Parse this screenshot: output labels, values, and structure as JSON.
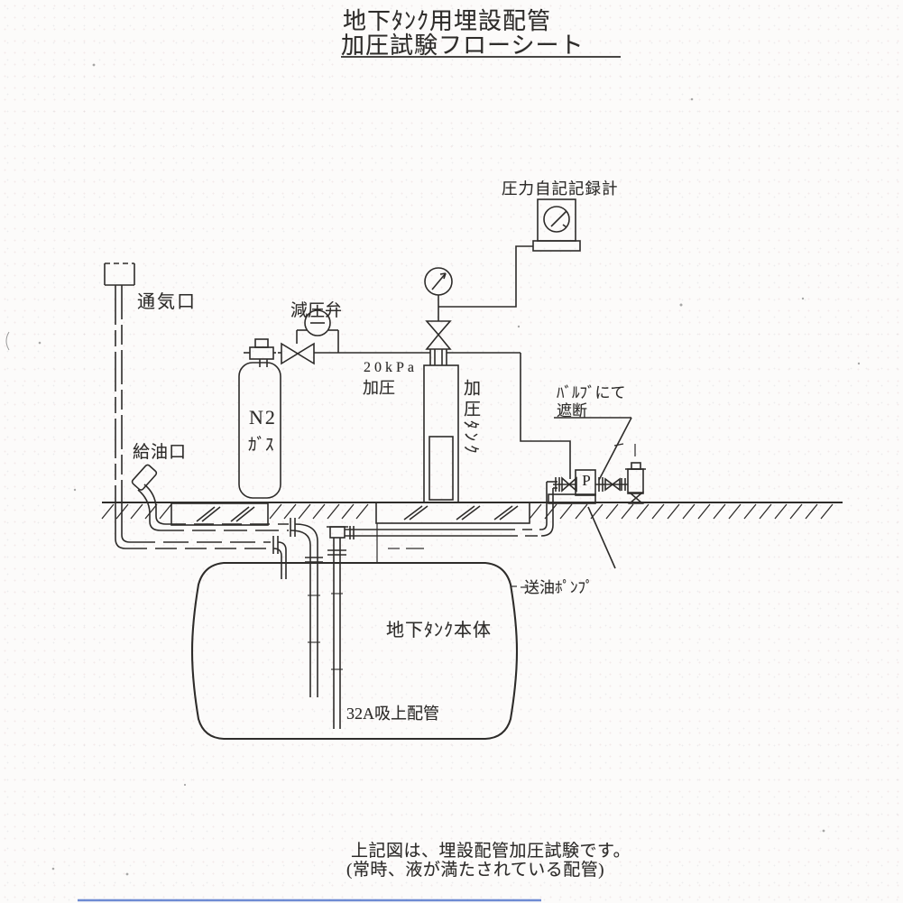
{
  "title": {
    "line1": "地下ﾀﾝｸ用埋設配管",
    "line2": "加圧試験フローシート"
  },
  "labels": {
    "pressure_recorder": "圧力自記記録計",
    "vent_port": "通気口",
    "pressure_reducing_valve": "減圧弁",
    "n2_gas_line1": "N2",
    "n2_gas_line2": "ｶﾞｽ",
    "pressurize_line1": "20kPa",
    "pressurize_line2": "加圧",
    "pressure_tank": "加圧ﾀﾝｸ",
    "fill_port": "給油口",
    "valve_shutoff_line1": "ﾊﾞﾙﾌﾞにて",
    "valve_shutoff_line2": "遮断",
    "pump_symbol": "P",
    "oil_feed_pump": "送油ﾎﾟﾝﾌﾟ",
    "underground_tank": "地下ﾀﾝｸ本体",
    "suction_pipe": "32A吸上配管"
  },
  "caption": {
    "line1": "上記図は、埋設配管加圧試験です。",
    "line2": "(常時、液が満たされている配管)"
  },
  "colors": {
    "ink": "#2e2c2a",
    "paper": "#fcfbfa",
    "scan_artifact_blue": "#4a6fc9"
  }
}
